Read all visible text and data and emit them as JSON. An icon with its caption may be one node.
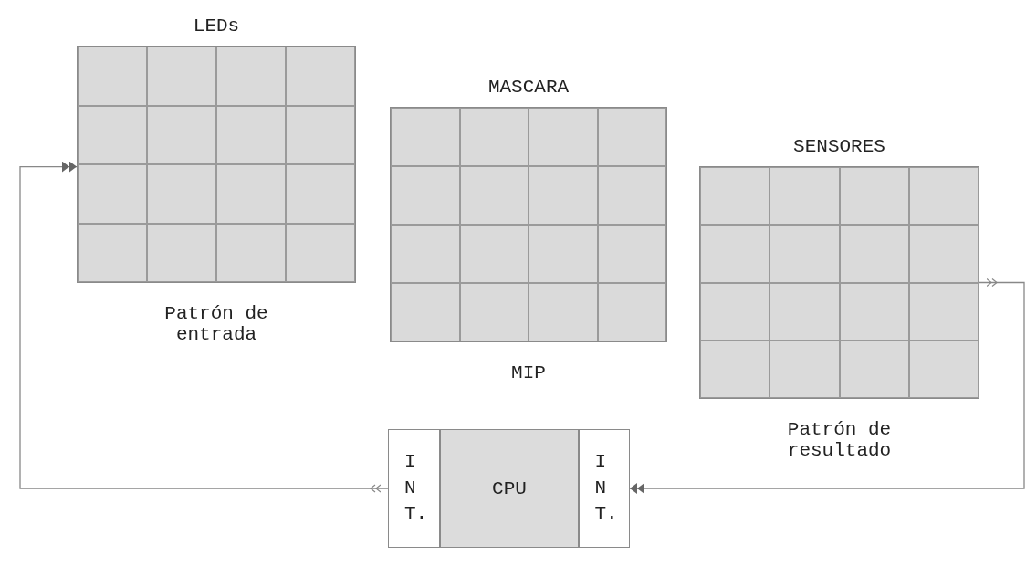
{
  "diagram": {
    "nodes": [
      {
        "text": [
          "LEDs"
        ],
        "beside": [
          "Patrón de entrada"
        ]
      },
      {
        "text": [
          "MASCARA"
        ],
        "beside": [
          "MIP"
        ]
      },
      {
        "text": [
          "SENSORES"
        ],
        "beside": [
          "Patrón de resultado"
        ]
      },
      {
        "text": [
          "I N T."
        ]
      },
      {
        "text": [
          "CPU"
        ]
      },
      {
        "text": [
          "I N T."
        ]
      }
    ],
    "edges": [
      {
        "from": 2,
        "to": 5,
        "arrow": "to"
      },
      {
        "from": 3,
        "to": 0,
        "arrow": "to"
      }
    ]
  }
}
